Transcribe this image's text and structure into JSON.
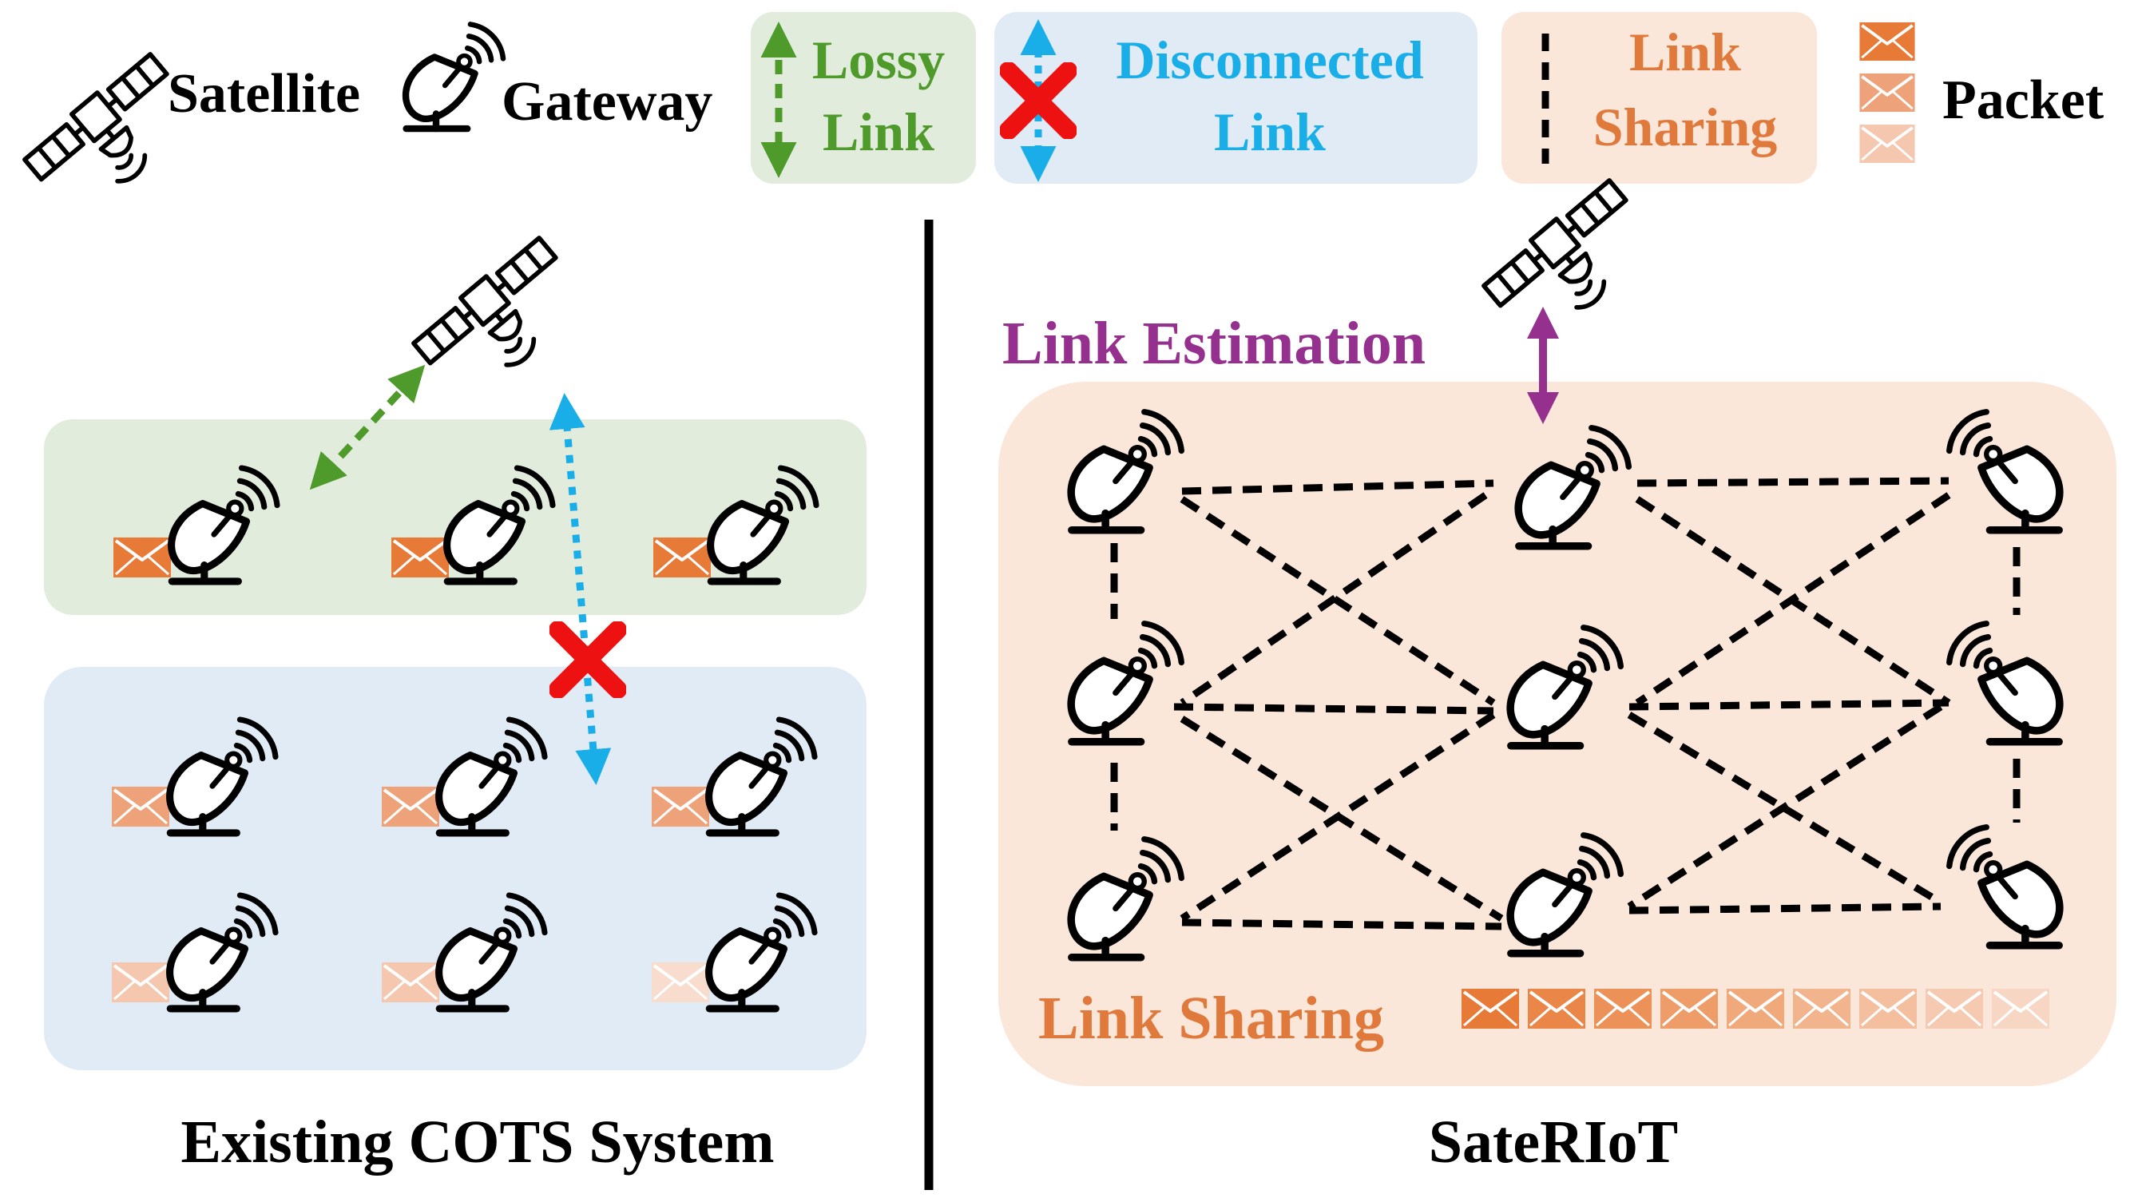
{
  "legend": {
    "satellite_label": "Satellite",
    "gateway_label": "Gateway",
    "lossy_link_line1": "Lossy",
    "lossy_link_line2": "Link",
    "disconnected_link_line1": "Disconnected",
    "disconnected_link_line2": "Link",
    "link_sharing_line1": "Link",
    "link_sharing_line2": "Sharing",
    "packet_label": "Packet"
  },
  "left_panel": {
    "caption": "Existing COTS System",
    "connected_group_gateways": 3,
    "disconnected_group_gateways": 6
  },
  "right_panel": {
    "caption": "SateRIoT",
    "link_estimation_label": "Link Estimation",
    "link_sharing_label": "Link Sharing",
    "gateway_count": 9,
    "packet_count": 9
  },
  "colors": {
    "lossy_green": "#4e9a2a",
    "lossy_bg": "#e2ecdd",
    "disconnected_blue": "#1aaee8",
    "disconnected_bg": "#e1ebf6",
    "sharing_orange": "#e07a3c",
    "sharing_bg": "#fbe6da",
    "estimation_purple": "#95308f",
    "cross_red": "#ee1111",
    "packet_shades": [
      "#e87a38",
      "#eea27a",
      "#f4c7ae"
    ]
  },
  "icons": {
    "satellite": "satellite-icon",
    "gateway": "satellite-dish-icon",
    "packet": "envelope-icon",
    "disconnect": "red-x-icon"
  }
}
